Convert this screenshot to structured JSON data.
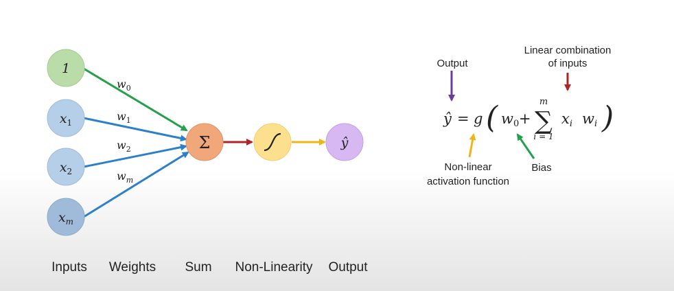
{
  "nodes": {
    "input_bias": "1",
    "input_x1": {
      "base": "x",
      "sub": "1"
    },
    "input_x2": {
      "base": "x",
      "sub": "2"
    },
    "input_xm": {
      "base": "x",
      "sub": "m"
    },
    "sum_symbol": "Σ",
    "output_symbol": "ŷ"
  },
  "weights": {
    "w0": {
      "base": "w",
      "sub": "0"
    },
    "w1": {
      "base": "w",
      "sub": "1"
    },
    "w2": {
      "base": "w",
      "sub": "2"
    },
    "wm": {
      "base": "w",
      "sub": "m"
    }
  },
  "captions": {
    "inputs": "Inputs",
    "weights": "Weights",
    "sum": "Sum",
    "nonlinearity": "Non-Linearity",
    "output": "Output"
  },
  "equation": {
    "lhs": "ŷ",
    "equals": "=",
    "g": "g",
    "open_paren": "(",
    "close_paren": ")",
    "w0_base": "w",
    "w0_sub": "0",
    "plus": "+",
    "sum_symbol": "∑",
    "sum_upper": "m",
    "sum_lower": "i = 1",
    "x_base": "x",
    "x_sub": "i",
    "w_base": "w",
    "w_sub": "i"
  },
  "annotations": {
    "output": "Output",
    "linear_line1": "Linear combination",
    "linear_line2": "of inputs",
    "activation_line1": "Non-linear",
    "activation_line2": "activation function",
    "bias": "Bias"
  },
  "colors": {
    "bias_node": "#b9dca8",
    "input_node": "#b5cfe9",
    "input_node_m": "#9fbbd9",
    "sum_node": "#f0a77a",
    "activation_node": "#fde08e",
    "output_node": "#d8b8f2",
    "arrow_bias": "#25a04a",
    "arrow_input": "#2c7fca",
    "arrow_sum": "#b22222",
    "arrow_activation": "#f0b419",
    "arrow_output_label": "#6a3d9a",
    "arrow_linear_label": "#b22222",
    "arrow_activation_label": "#f0b419",
    "arrow_bias_label": "#25a04a"
  }
}
